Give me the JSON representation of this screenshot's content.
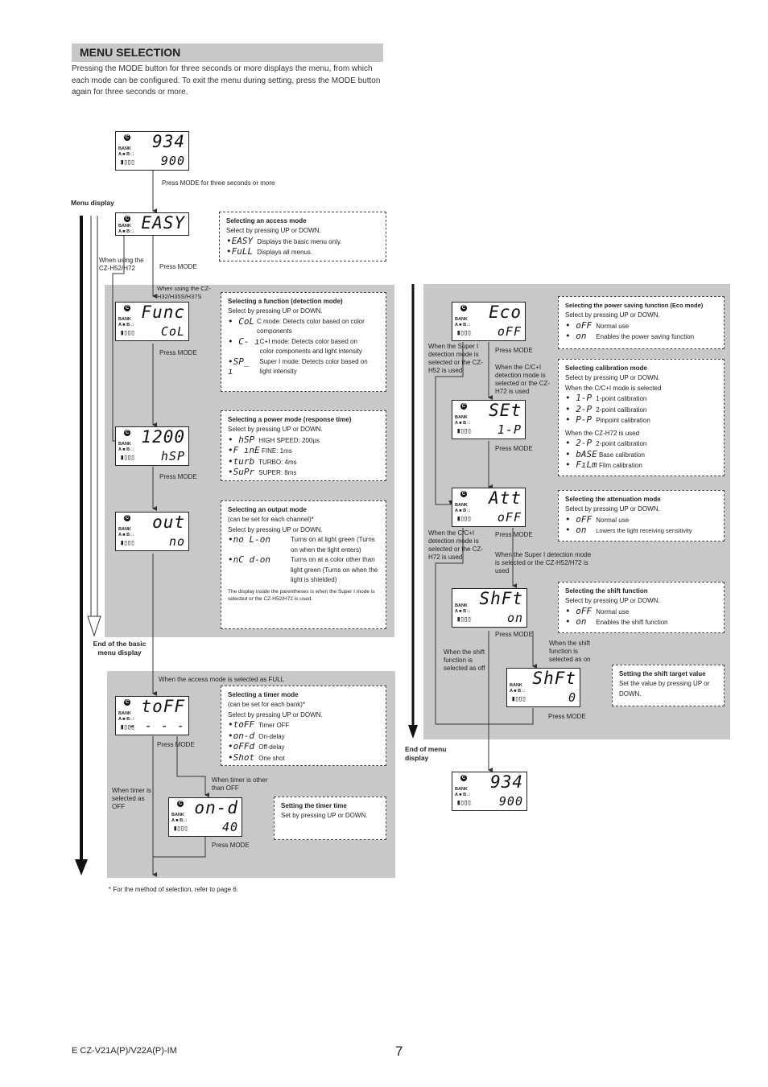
{
  "section": {
    "title": "MENU SELECTION",
    "intro": "Pressing the MODE button for three seconds or more displays the menu, from which each mode can be configured. To exit the menu during setting, press the MODE button again for three seconds or more."
  },
  "device": {
    "c": "C",
    "bank": "BANK",
    "ab": "A ■ B □",
    "bars": "▮▯▯▯"
  },
  "displays": {
    "start": {
      "l1": "934",
      "l2": "900"
    },
    "easy": {
      "l1": "EASY",
      "l2": ""
    },
    "func": {
      "l1": "Func",
      "l2": "CoL"
    },
    "resp": {
      "l1": "1200",
      "l2": "hSP"
    },
    "out": {
      "l1": "out",
      "l2": "no"
    },
    "toff": {
      "l1": "toFF",
      "l2": "- - - -"
    },
    "ond": {
      "l1": "on-d",
      "l2": "40"
    },
    "eco": {
      "l1": "Eco",
      "l2": "oFF"
    },
    "set": {
      "l1": "SEt",
      "l2": "1-P"
    },
    "att": {
      "l1": "Att",
      "l2": "oFF"
    },
    "shft": {
      "l1": "ShFt",
      "l2": "on"
    },
    "shft2": {
      "l1": "ShFt",
      "l2": "0"
    },
    "end": {
      "l1": "934",
      "l2": "900"
    }
  },
  "labels": {
    "press_mode_3s": "Press MODE for three seconds or more",
    "menu_display": "Menu display",
    "press_mode": "Press MODE",
    "when_using_h52": "When using the CZ-H52/H72",
    "when_using_h32": "When using the CZ-H32/H35S/H37S",
    "end_basic": "End of the basic menu display",
    "when_full": "When the access mode is selected as FULL",
    "timer_off": "When timer is selected as OFF",
    "timer_other": "When timer is other than OFF",
    "super_i_h52": "When the Super I detection mode is selected or the CZ-H52 is used",
    "cci_h72": "When the C/C+I detection mode is selected or the CZ-H72 is used",
    "cci_h72_b": "When the C/C+I detection mode is selected or the CZ-H72 is used",
    "super_h52h72": "When the Super I detection mode is selected or the CZ-H52/H72 is used",
    "shift_off": "When the shift function is selected as off",
    "shift_on": "When the shift function is selected as on",
    "end_menu": "End of menu display",
    "footnote": "* For the method of selection, refer to page 6."
  },
  "boxes": {
    "access": {
      "h": "Selecting an access mode",
      "sub": "Select by pressing UP or DOWN.",
      "items": [
        {
          "seg": "•EASY",
          "t": "Displays the basic menu only."
        },
        {
          "seg": "•FuLL",
          "t": "Displays all menus."
        }
      ]
    },
    "func": {
      "h": "Selecting a function (detection mode)",
      "sub": "Select by pressing UP or DOWN.",
      "items": [
        {
          "seg": "• CoL",
          "t": "C mode: Detects color based on color components"
        },
        {
          "seg": "• C- ı",
          "t": "C+I mode: Detects color based on color components and light intensity"
        },
        {
          "seg": "•SP_ ı",
          "t": "Super I mode: Detects color based on light intensity"
        }
      ]
    },
    "power": {
      "h": "Selecting a power mode (response time)",
      "sub": "Select by pressing UP or DOWN.",
      "items": [
        {
          "seg": "• hSP",
          "t": "HIGH SPEED: 200µs"
        },
        {
          "seg": "•F ınE",
          "t": "FINE: 1ms"
        },
        {
          "seg": "•turb",
          "t": "TURBO: 4ms"
        },
        {
          "seg": "•SuPr",
          "t": "SUPER: 8ms"
        }
      ]
    },
    "output": {
      "h": "Selecting an output mode",
      "sub0": "(can be set for each channel)*",
      "sub": "Select by pressing UP or DOWN.",
      "items": [
        {
          "seg": "•no L-on",
          "t": "Turns on at light green (Turns on when the light enters)"
        },
        {
          "seg": "•nC d-on",
          "t": "Turns on at a color other than light green (Turns on when the light is shielded)"
        }
      ],
      "note": "The display inside the parentheses is when the Super I mode is selected or the CZ-H52/H72 is used."
    },
    "timer": {
      "h": "Selecting a timer mode",
      "sub0": "(can be set for each bank)*",
      "sub": "Select by pressing UP or DOWN.",
      "items": [
        {
          "seg": "•toFF",
          "t": "Timer OFF"
        },
        {
          "seg": "•on-d",
          "t": "On-delay"
        },
        {
          "seg": "•oFFd",
          "t": "Off-delay"
        },
        {
          "seg": "•Shot",
          "t": "One shot"
        }
      ]
    },
    "timer_time": {
      "h": "Setting the timer time",
      "sub": "Set by pressing UP or DOWN."
    },
    "eco": {
      "h": "Selecting the power saving function (Eco mode)",
      "sub": "Select by pressing UP or DOWN.",
      "items": [
        {
          "seg": "• oFF",
          "t": "Normal use"
        },
        {
          "seg": "•  on",
          "t": "Enables the power saving function"
        }
      ]
    },
    "calib": {
      "h": "Selecting calibration mode",
      "sub": "Select by pressing UP or DOWN.",
      "sub2": "When the C/C+I mode is selected",
      "items": [
        {
          "seg": "• 1-P",
          "t": "1-point calibration"
        },
        {
          "seg": "• 2-P",
          "t": "2-point calibration"
        },
        {
          "seg": "• P-P",
          "t": "Pinpoint calibration"
        }
      ],
      "sub3": "When the CZ-H72 is used",
      "items2": [
        {
          "seg": "• 2-P",
          "t": "2-point calibration"
        },
        {
          "seg": "• bASE",
          "t": "Base calibration"
        },
        {
          "seg": "• FıLm",
          "t": "Film calibration"
        }
      ]
    },
    "atten": {
      "h": "Selecting the attenuation mode",
      "sub": "Select by pressing UP or DOWN.",
      "items": [
        {
          "seg": "• oFF",
          "t": "Normal use"
        },
        {
          "seg": "•  on",
          "t": "Lowers the light receiving sensitivity"
        }
      ]
    },
    "shift": {
      "h": "Selecting the shift function",
      "sub": "Select by pressing UP or DOWN.",
      "items": [
        {
          "seg": "• oFF",
          "t": "Normal use"
        },
        {
          "seg": "•  on",
          "t": "Enables the shift function"
        }
      ]
    },
    "shift_target": {
      "h": "Setting the shift target value",
      "sub": "Set the value by pressing UP or DOWN."
    }
  },
  "footer": {
    "doc": "E CZ-V21A(P)/V22A(P)-IM",
    "page": "7"
  }
}
